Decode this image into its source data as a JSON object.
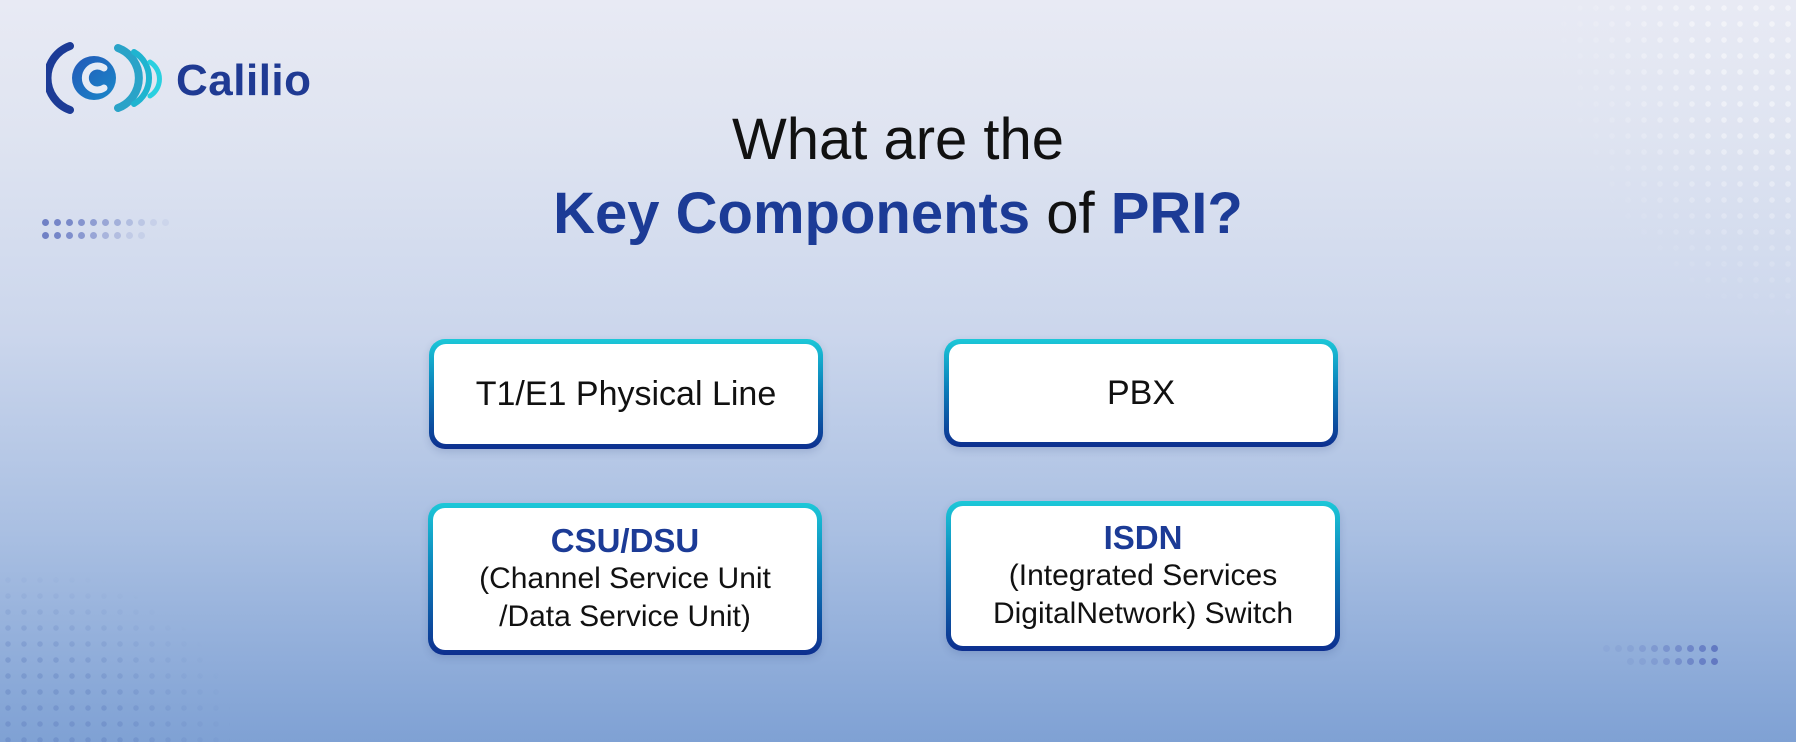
{
  "brand": {
    "name": "Calilio",
    "icon": "calilio-logo-icon",
    "color": "#1f3a93"
  },
  "title": {
    "line1": "What are the",
    "line2_accent1": "Key Components",
    "line2_middle": " of ",
    "line2_accent2": "PRI?",
    "accent_color": "#1c3b96"
  },
  "components": [
    {
      "label": "T1/E1 Physical Line"
    },
    {
      "label": "PBX"
    },
    {
      "heading": "CSU/DSU",
      "sub_line1": "(Channel Service Unit",
      "sub_line2": "/Data Service Unit)"
    },
    {
      "heading": "ISDN",
      "sub_line1": "(Integrated Services",
      "sub_line2": "DigitalNetwork) Switch"
    }
  ],
  "colors": {
    "card_border_top": "#1cc8d8",
    "card_border_bottom": "#0d2f8f",
    "background_top": "#e8eaf4",
    "background_bottom": "#7fa1d4"
  }
}
